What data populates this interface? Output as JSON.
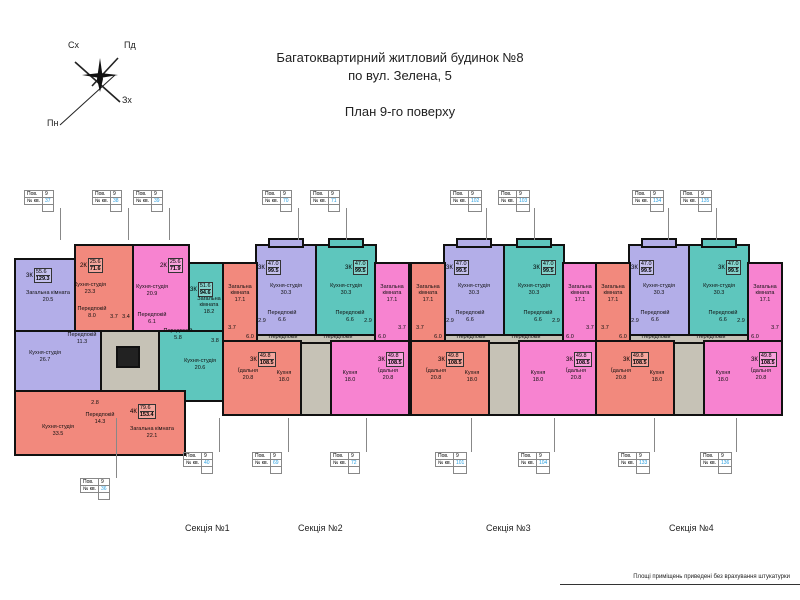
{
  "header": {
    "title_line1": "Багатоквартирний житловий будинок №8",
    "title_line2": "по вул. Зелена, 5",
    "plan_title": "План 9-го поверху"
  },
  "compass": {
    "ne": "Пд",
    "nw": "Сх",
    "se": "Зх",
    "sw": "Пн"
  },
  "tag_labels": {
    "floor": "Пов.",
    "apt": "№ кв."
  },
  "floor": "9",
  "tags_top": [
    "37",
    "38",
    "39",
    "70",
    "71",
    "102",
    "103",
    "134",
    "135"
  ],
  "tags_bottom": [
    "36",
    "40",
    "69",
    "72",
    "101",
    "104",
    "133",
    "136"
  ],
  "sections": [
    "Секція №1",
    "Секція №2",
    "Секція №3",
    "Секція №4"
  ],
  "colors": {
    "purple": "#b3aee8",
    "salmon": "#f2897d",
    "pink": "#f783d0",
    "teal": "#5ec6bd",
    "gray": "#c6c2b6"
  },
  "section1": [
    {
      "id": "s1-purple",
      "color": "purple",
      "rooms_count": "3К",
      "living": "55.6",
      "total": "129.3",
      "rooms": [
        {
          "name": "Загальна кімната",
          "area": "20.5"
        },
        {
          "name": "Кухня-студія",
          "area": "26.7"
        },
        {
          "name": "Передпокій",
          "area": "11.3"
        }
      ]
    },
    {
      "id": "s1-salmon",
      "color": "salmon",
      "rooms_count": "2К",
      "living": "25.6",
      "total": "71.6",
      "rooms": [
        {
          "name": "Кухня-студія",
          "area": "23.3"
        },
        {
          "name": "Передпокій",
          "area": "8.0"
        },
        {
          "name": "",
          "area": "3.7"
        }
      ]
    },
    {
      "id": "s1-pink",
      "color": "pink",
      "rooms_count": "2К",
      "living": "25.6",
      "total": "71.9",
      "rooms": [
        {
          "name": "Кухня-студія",
          "area": "20.9"
        },
        {
          "name": "Передпокій",
          "area": "6.1"
        },
        {
          "name": "",
          "area": "3.4"
        }
      ]
    },
    {
      "id": "s1-teal",
      "color": "teal",
      "rooms_count": "3К",
      "living": "51.6",
      "total": "94.6",
      "rooms": [
        {
          "name": "Загальна кімната",
          "area": "18.2"
        },
        {
          "name": "Передпокій",
          "area": "5.8"
        },
        {
          "name": "",
          "area": "3.8"
        },
        {
          "name": "Кухня-студія",
          "area": "20.6"
        }
      ]
    },
    {
      "id": "s1-salmon4",
      "color": "salmon",
      "rooms_count": "4К",
      "living": "79.6",
      "total": "153.4",
      "rooms": [
        {
          "name": "Кухня-студія",
          "area": "33.5"
        },
        {
          "name": "Передпокій",
          "area": "14.3"
        },
        {
          "name": "Загальна кімната",
          "area": "22.1"
        },
        {
          "name": "",
          "area": "2.8"
        }
      ]
    }
  ],
  "typical_section": [
    {
      "id": "A",
      "color": "purple",
      "rooms_count": "3К",
      "living": "47.0",
      "total": "99.5",
      "rooms": [
        {
          "name": "Кухня-студія",
          "area": "30.3"
        },
        {
          "name": "Передпокій",
          "area": "6.6"
        },
        {
          "name": "",
          "area": "2.9"
        }
      ]
    },
    {
      "id": "B",
      "color": "teal",
      "rooms_count": "3К",
      "living": "47.0",
      "total": "99.5",
      "rooms": [
        {
          "name": "Кухня-студія",
          "area": "30.3"
        },
        {
          "name": "Передпокій",
          "area": "6.6"
        },
        {
          "name": "",
          "area": "2.9"
        }
      ]
    },
    {
      "id": "C",
      "color": "salmon",
      "rooms_count": "3К",
      "living": "49.8",
      "total": "108.5",
      "rooms": [
        {
          "name": "Загальна кімната",
          "area": "17.1"
        },
        {
          "name": "",
          "area": "3.7"
        },
        {
          "name": "",
          "area": "6.0"
        },
        {
          "name": "Їдальня",
          "area": "20.8"
        },
        {
          "name": "Кухня",
          "area": "18.0"
        }
      ]
    },
    {
      "id": "D",
      "color": "pink",
      "rooms_count": "3К",
      "living": "49.8",
      "total": "108.5",
      "rooms": [
        {
          "name": "Загальна кімната",
          "area": "17.1"
        },
        {
          "name": "",
          "area": "3.7"
        },
        {
          "name": "",
          "area": "6.0"
        },
        {
          "name": "Їдальня",
          "area": "20.8"
        },
        {
          "name": "Кухня",
          "area": "18.0"
        }
      ]
    }
  ],
  "corridor_label": "Передпокій",
  "note": "Площі приміщень приведені без врахування штукатурки"
}
